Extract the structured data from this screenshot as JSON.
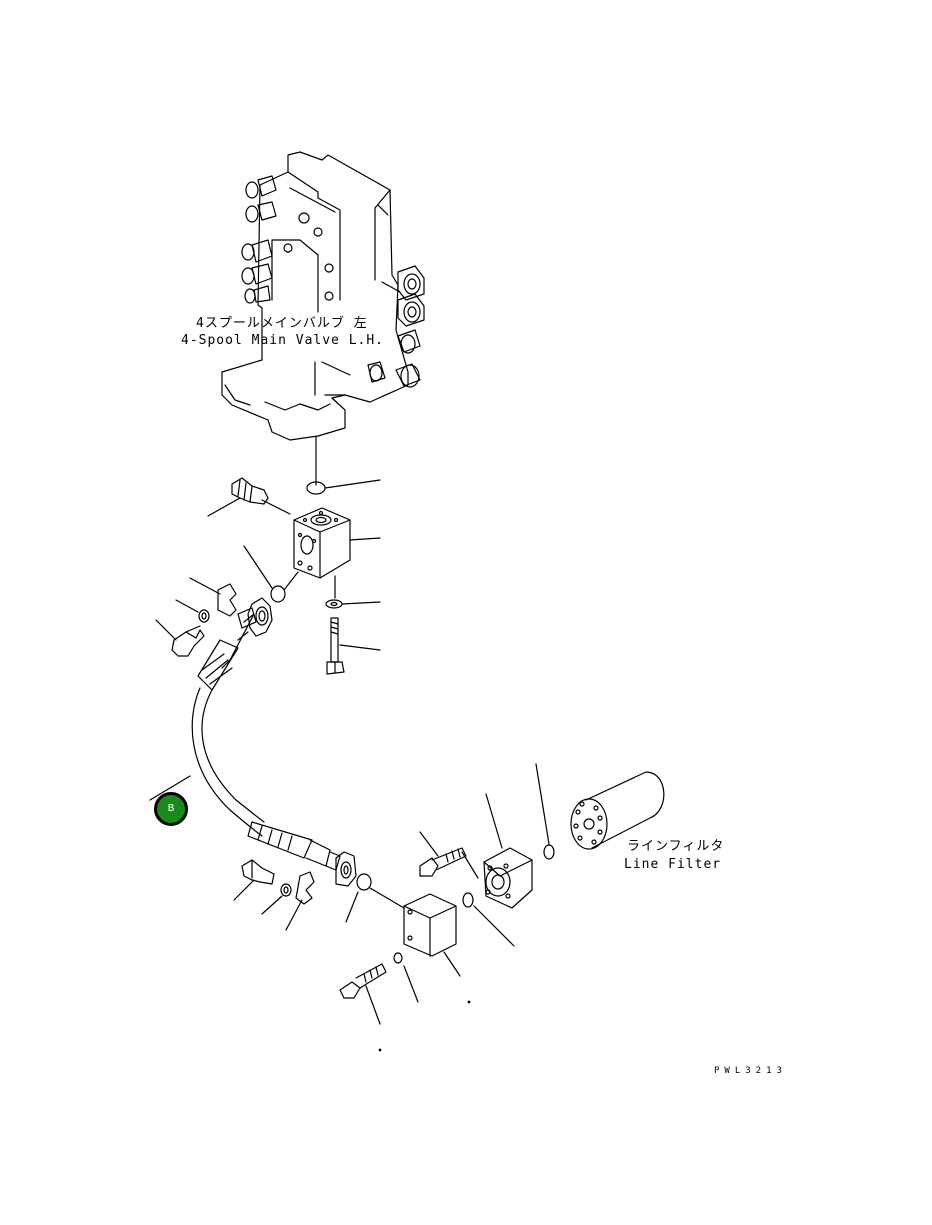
{
  "labels": {
    "main_valve_jp": "4スプールメインバルブ 左",
    "main_valve_en": "4-Spool Main Valve L.H.",
    "line_filter_jp": "ラインフィルタ",
    "line_filter_en": "Line Filter"
  },
  "badge": {
    "text": "B",
    "color": "#1a8a1a"
  },
  "drawing_code": "PWL3213"
}
